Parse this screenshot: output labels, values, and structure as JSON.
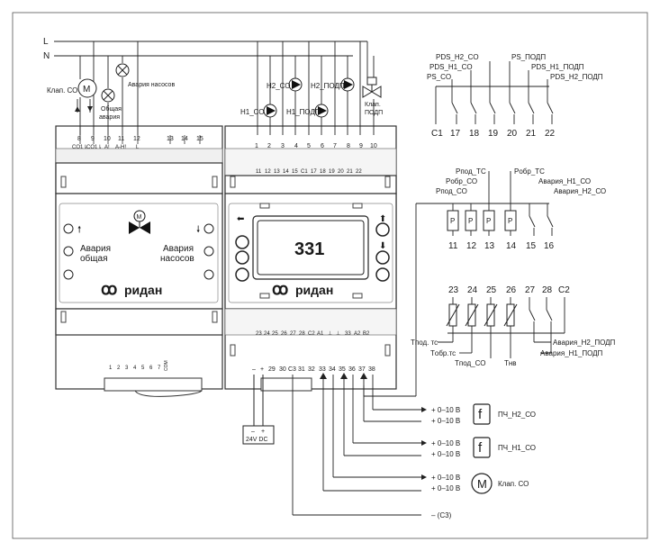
{
  "power": {
    "L": "L",
    "N": "N",
    "dc_label": "24V DC",
    "dc_minus": "–",
    "dc_plus": "+"
  },
  "left_module": {
    "top_terminals": [
      "8",
      "9",
      "10",
      "11",
      "12",
      "13",
      "14",
      "15"
    ],
    "top_terminal_labels": [
      "CO1⇂",
      "CO1⇂",
      "A!",
      "A-H!",
      "L"
    ],
    "actuator_label": "Клап. СО",
    "alarm_general_lamp": "Общая авария",
    "alarm_pumps_lamp": "Авария насосов",
    "front_left_label": "Авария общая",
    "front_right_label": "Авария насосов",
    "brand": "ридан",
    "bottom_terminals": [
      "1",
      "2",
      "3",
      "4",
      "5",
      "6",
      "7"
    ],
    "com_label": "COM"
  },
  "right_module": {
    "top_terminals": [
      "1",
      "2",
      "3",
      "4",
      "5",
      "6",
      "7",
      "8",
      "9",
      "10"
    ],
    "secondary_terminals": [
      "11",
      "12",
      "13",
      "14",
      "15",
      "C1",
      "17",
      "18",
      "19",
      "20",
      "21",
      "22"
    ],
    "pump_labels": [
      "Н1_СО",
      "Н2_СО",
      "Н1_ПОДП",
      "Н2_ПОДП"
    ],
    "valve_label": "Клап. ПОДП",
    "display_value": "331",
    "brand": "ридан",
    "bottom_upper_terminals": [
      "23",
      "24",
      "25",
      "26",
      "27",
      "28",
      "C2",
      "A1",
      "⊥",
      "⊥",
      "33",
      "A2",
      "B2"
    ],
    "bottom_lower_terminals": [
      "–",
      "+",
      "29",
      "30",
      "C3",
      "31",
      "32",
      "33",
      "34",
      "35",
      "36",
      "37",
      "38"
    ]
  },
  "switches_top": {
    "terminals": [
      "C1",
      "17",
      "18",
      "19",
      "20",
      "21",
      "22"
    ],
    "labels": [
      "PDS_H2_CO",
      "PDS_H1_CO",
      "PS_CO",
      "PS_ПОДП",
      "PDS_H1_ПОДП",
      "PDS_H2_ПОДП"
    ]
  },
  "sensors_mid": {
    "terminals": [
      "11",
      "12",
      "13",
      "14",
      "15",
      "16"
    ],
    "labels": [
      "Pпод_ТС",
      "Pобр_СО",
      "Pпод_СО",
      "Pобр_ТС",
      "Авария_Н1_СО",
      "Авария_Н2_СО"
    ],
    "box_letter": "P"
  },
  "temps_bottom": {
    "terminals": [
      "23",
      "24",
      "25",
      "26",
      "27",
      "28",
      "C2"
    ],
    "labels": [
      "Tпод. тс",
      "Tобр.тс",
      "Tпод_СО",
      "Tнв",
      "Авария_Н2_ПОДП",
      "Авария_Н1_ПОДП"
    ]
  },
  "outputs": {
    "signal_plus": "+ 0–10 В",
    "signal_minus": "+ 0–10 В",
    "vfd_symbol": "f",
    "motor_symbol": "M",
    "vfd_h2": "ПЧ_Н2_СО",
    "vfd_h1": "ПЧ_Н1_СО",
    "valve": "Клап. СО",
    "c3_label": "– (С3)"
  }
}
